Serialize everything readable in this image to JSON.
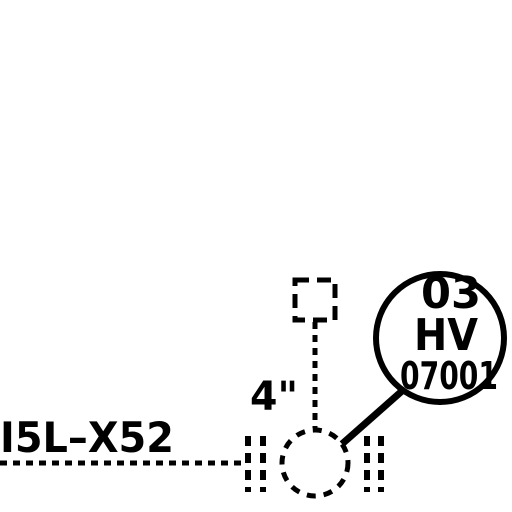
{
  "line_spec": "I5L–X52",
  "pipe_size": "4\"",
  "valve_tag": {
    "area": "03",
    "type": "HV",
    "number": "07001"
  },
  "colors": {
    "line": "#000000",
    "background": "#ffffff"
  }
}
